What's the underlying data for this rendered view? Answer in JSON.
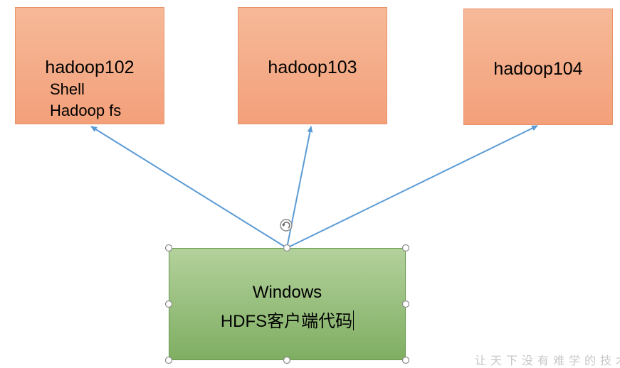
{
  "nodes": {
    "hadoop102": {
      "title": "hadoop102",
      "lines": [
        "Shell",
        "Hadoop fs"
      ]
    },
    "hadoop103": {
      "title": "hadoop103"
    },
    "hadoop104": {
      "title": "hadoop104"
    },
    "windows": {
      "line1": "Windows",
      "line2": "HDFS客户端代码"
    }
  },
  "edges": [
    {
      "from": "windows",
      "to": "hadoop102"
    },
    {
      "from": "windows",
      "to": "hadoop103"
    },
    {
      "from": "windows",
      "to": "hadoop104"
    }
  ],
  "colors": {
    "server_fill": "#f3a07a",
    "client_fill": "#8fba72",
    "arrow": "#5b9bd5",
    "handle": "#8c8c8c"
  },
  "watermark": "让天下没有难学的技术"
}
